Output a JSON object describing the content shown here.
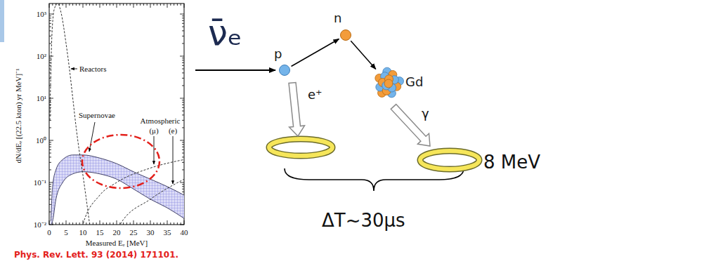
{
  "diagram": {
    "nodes": [
      {
        "text": [
          "p"
        ]
      },
      {
        "text": [
          "n"
        ]
      },
      {
        "text": [
          "Gd"
        ]
      }
    ],
    "edges": [
      {
        "from": 0,
        "to": 1,
        "arrow": "to"
      },
      {
        "from": 1,
        "to": 2,
        "arrow": "to"
      }
    ],
    "labels": [
      "10³",
      "10²",
      "10¹",
      "10⁰",
      "10⁻¹",
      "10⁻²",
      "0",
      "5",
      "10",
      "15",
      "20",
      "25",
      "30",
      "35",
      "40",
      "dN/dEₑ [(22.5 kton) yr MeV]⁻¹",
      "Measured Eₑ [MeV]",
      "Reactors",
      "Supernovae",
      "Atmospheric",
      "(μ)",
      "(e)",
      "Phys. Rev. Lett. 93 (2014) 171101.",
      "ν̄ₑ",
      "e⁺",
      "γ",
      "8 MeV",
      "ΔT~30μs"
    ]
  }
}
